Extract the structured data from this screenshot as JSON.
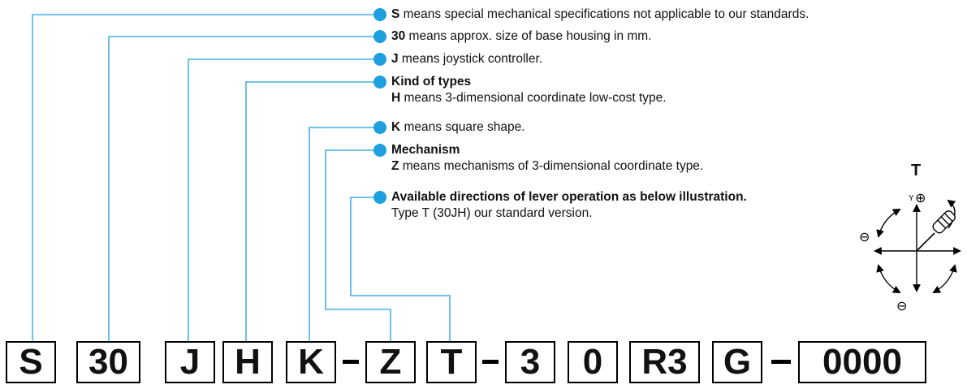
{
  "notes": [
    {
      "key": "S",
      "text": " means special mechanical specifications not applicable to our standards."
    },
    {
      "key": "30",
      "text": " means approx. size of base housing in mm."
    },
    {
      "key": "J",
      "text": " means joystick controller."
    },
    {
      "title": "Kind of types",
      "key": "H",
      "text": " means 3-dimensional coordinate low-cost type."
    },
    {
      "key": "K",
      "text": " means square shape."
    },
    {
      "title": "Mechanism",
      "key": "Z",
      "text": " means mechanisms of 3-dimensional coordinate type."
    },
    {
      "title": "Available directions of lever operation as below illustration.",
      "text": "Type T (30JH) our standard version."
    }
  ],
  "code_boxes": [
    "S",
    "30",
    "J",
    "H",
    "K",
    "Z",
    "T",
    "3",
    "0",
    "R3",
    "G",
    "0000"
  ],
  "separator": "-",
  "illustration": {
    "title": "T",
    "y_label": "Y",
    "plus": "⊕",
    "minus": "⊖"
  },
  "colors": {
    "bullet": "#1ea0de",
    "leader": "#1ea0de",
    "box": "#000000"
  }
}
